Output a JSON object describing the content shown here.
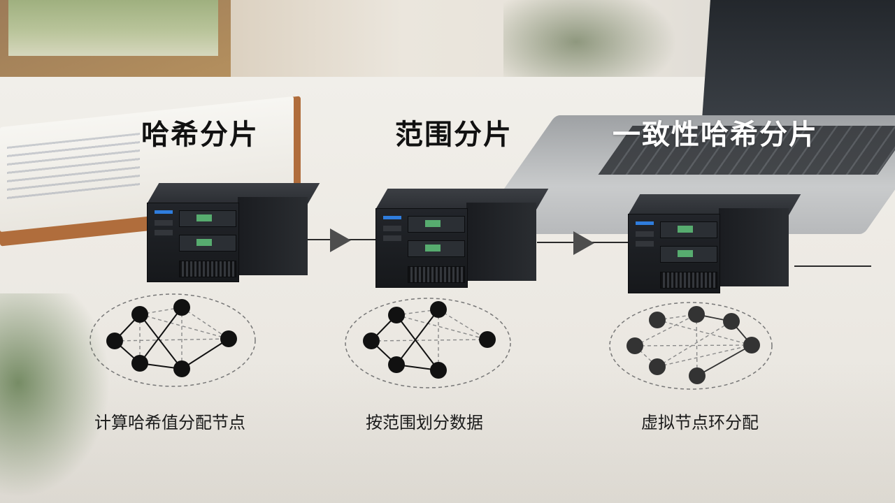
{
  "titles": {
    "hash": "哈希分片",
    "range": "范围分片",
    "consistent": "一致性哈希分片"
  },
  "captions": {
    "hash": "计算哈希值分配节点",
    "range": "按范围划分数据",
    "consistent": "虚拟节点环分配"
  },
  "colors": {
    "node": "#111111",
    "node_ring": "#333333",
    "edge_solid": "#111111",
    "edge_dashed": "#8a8a8a",
    "ellipse": "#777777",
    "led_blue": "#2f7ddd",
    "led_green": "#5fc27a",
    "title_light": "#ffffff",
    "title_dark": "#111111"
  }
}
